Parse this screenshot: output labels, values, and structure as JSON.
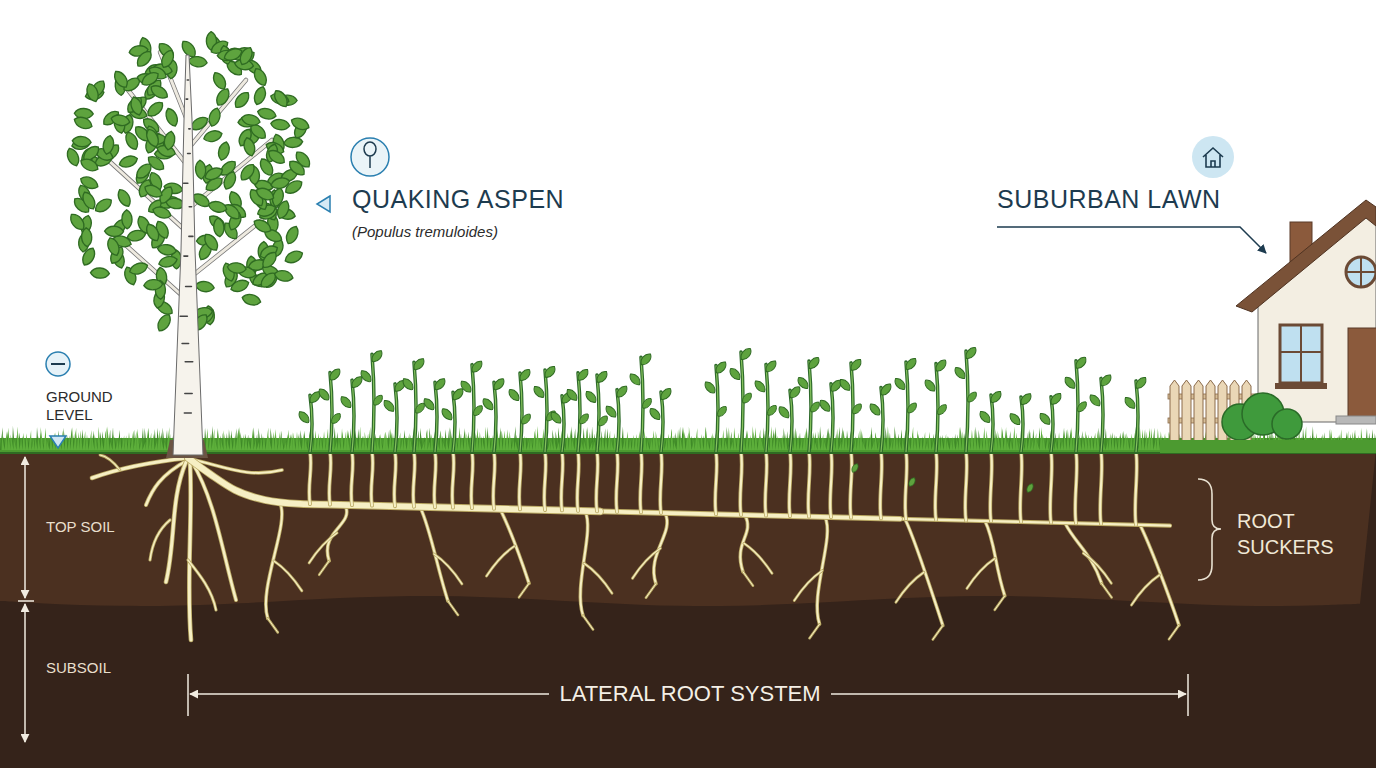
{
  "diagram": {
    "labels": [
      "QUAKING ASPEN",
      "(Populus tremuloides)",
      "SUBURBAN LAWN",
      "GROUND LEVEL",
      "TOP SOIL",
      "SUBSOIL",
      "ROOT SUCKERS",
      "LATERAL ROOT SYSTEM"
    ]
  }
}
